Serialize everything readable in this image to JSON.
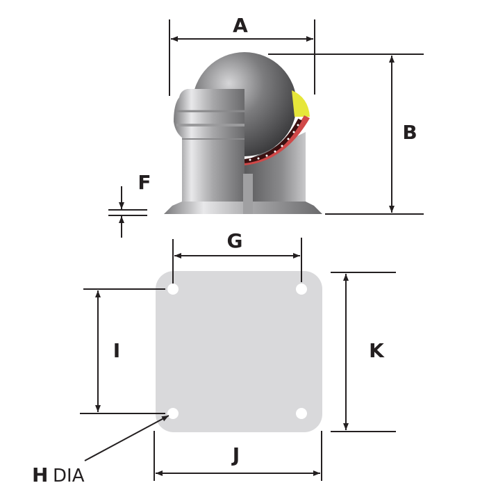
{
  "diagram": {
    "type": "technical-dimension-drawing",
    "subject": "ball transfer unit with square mounting flange",
    "colors": {
      "line": "#231f20",
      "plate": "#d9d9db",
      "hole": "#ffffff",
      "ball_dark": "#4a4a4c",
      "ball_light": "#d0d0d2",
      "housing": "#b8b8ba",
      "seal_yellow": "#e6e63a",
      "seal_red": "#d04040"
    },
    "dimensions": {
      "A": {
        "label": "A",
        "description": "overall width"
      },
      "B": {
        "label": "B",
        "description": "overall height"
      },
      "F": {
        "label": "F",
        "description": "flange thickness"
      },
      "G": {
        "label": "G",
        "description": "hole spacing horizontal"
      },
      "H": {
        "label": "H",
        "suffix": "DIA",
        "description": "hole diameter"
      },
      "I": {
        "label": "I",
        "description": "hole spacing vertical"
      },
      "J": {
        "label": "J",
        "description": "plate width"
      },
      "K": {
        "label": "K",
        "description": "plate height"
      }
    }
  }
}
